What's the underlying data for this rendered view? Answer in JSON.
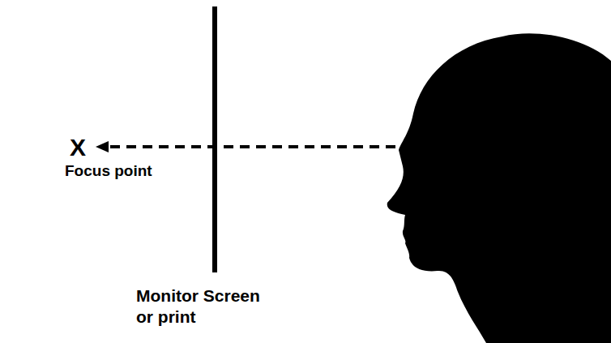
{
  "diagram": {
    "labels": [
      "X",
      "Focus point",
      "Monitor Screen or print"
    ]
  }
}
